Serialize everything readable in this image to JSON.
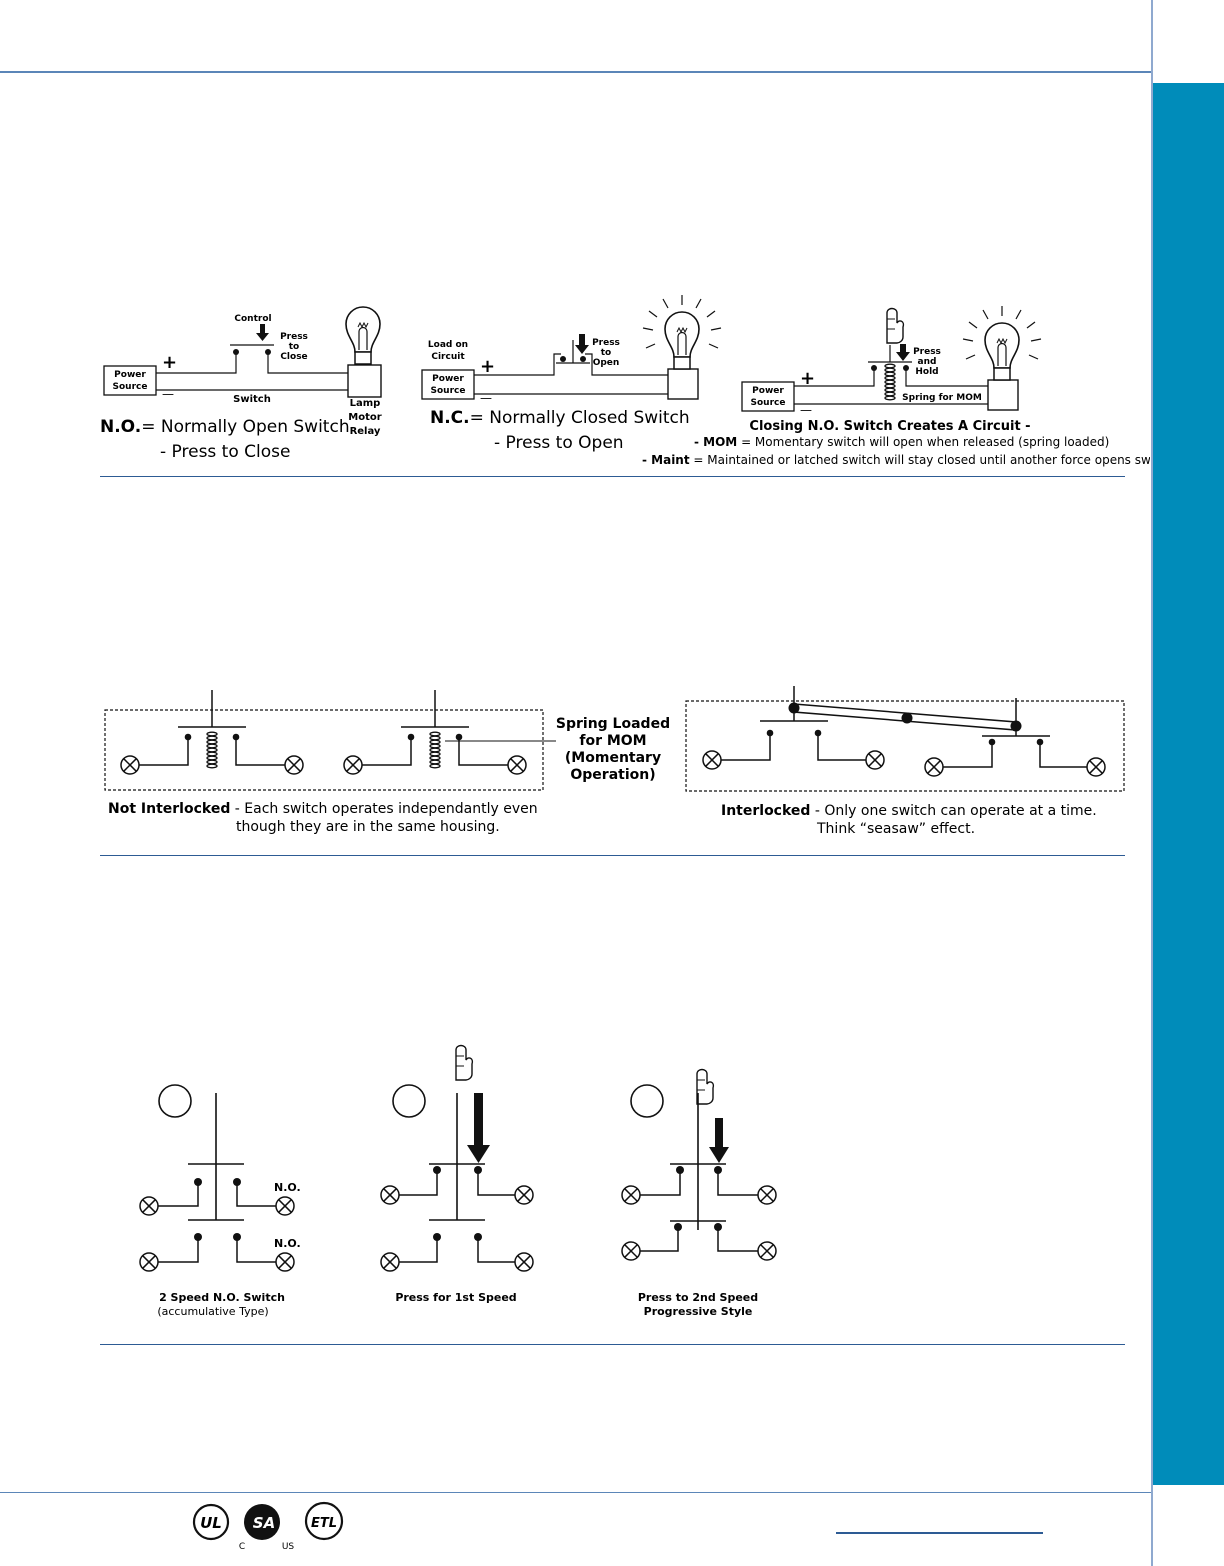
{
  "no_diagram": {
    "control": "Control",
    "press_l1": "Press",
    "press_l2": "to",
    "press_l3": "Close",
    "power_l1": "Power",
    "power_l2": "Source",
    "plus": "+",
    "minus": "—",
    "switch": "Switch",
    "load_l1": "Lamp",
    "load_l2": "Motor",
    "load_l3": "Relay",
    "title_abbr": "N.O.",
    "title_rest": "= Normally Open Switch",
    "subtitle": "- Press to Close"
  },
  "nc_diagram": {
    "load_l1": "Load on",
    "load_l2": "Circuit",
    "press_l1": "Press",
    "press_l2": "to",
    "press_l3": "Open",
    "power_l1": "Power",
    "power_l2": "Source",
    "plus": "+",
    "minus": "—",
    "title_abbr": "N.C.",
    "title_rest": "= Normally Closed Switch",
    "subtitle": "- Press to Open"
  },
  "mom_diagram": {
    "press_l1": "Press",
    "press_l2": "and",
    "press_l3": "Hold",
    "power_l1": "Power",
    "power_l2": "Source",
    "plus": "+",
    "minus": "—",
    "spring": "Spring for MOM",
    "title": "Closing N.O. Switch Creates A Circuit -",
    "mom_key": "- MOM",
    "mom_desc": " = Momentary switch will open when released (spring loaded)",
    "maint_key": "- Maint",
    "maint_desc": " = Maintained or latched switch will stay closed until another force opens switch"
  },
  "interlock": {
    "spring_l1": "Spring Loaded",
    "spring_l2": "for MOM",
    "spring_l3": "(Momentary",
    "spring_l4": "Operation)",
    "not_key": "Not Interlocked",
    "not_desc_l1": " - Each switch operates independantly even",
    "not_desc_l2": "though they are in the same housing.",
    "yes_key": "Interlocked",
    "yes_desc_l1": " - Only one switch can operate at a time.",
    "yes_desc_l2": "Think “seasaw” effect."
  },
  "two_speed": {
    "no_label": "N.O.",
    "cap1_l1": "2 Speed N.O. Switch",
    "cap1_l2": "(accumulative Type)",
    "cap2": "Press for 1st Speed",
    "cap3_l1": "Press to 2nd Speed",
    "cap3_l2": "Progressive Style"
  },
  "certifications": {
    "ul_text": "UL",
    "csa_text": "SA",
    "csa_c": "C",
    "csa_us": "US",
    "etl_text": "ETL"
  }
}
